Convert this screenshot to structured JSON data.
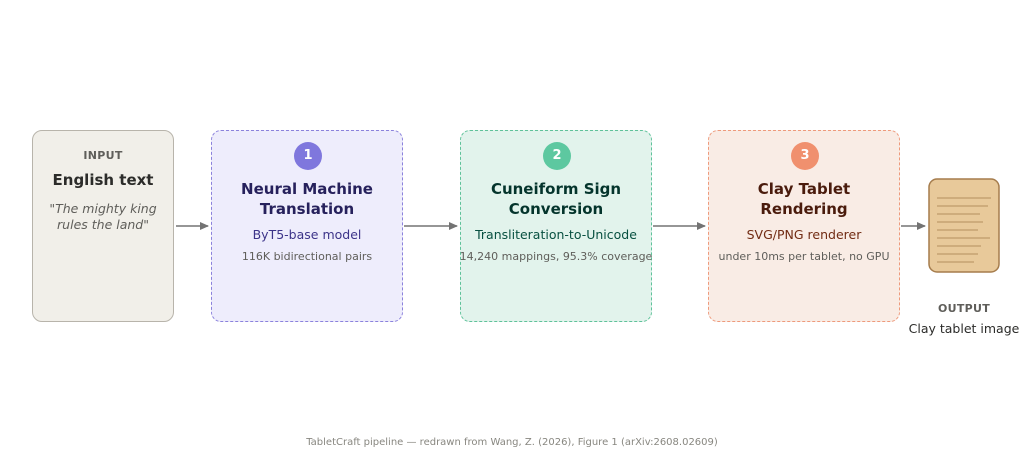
{
  "input": {
    "label": "INPUT",
    "title": "English text",
    "quote": "\"The mighty king rules the land\""
  },
  "steps": [
    {
      "number": "1",
      "title": "Neural Machine Translation",
      "subtitle": "ByT5-base model",
      "detail": "116K bidirectional pairs"
    },
    {
      "number": "2",
      "title": "Cuneiform Sign Conversion",
      "subtitle": "Transliteration-to-Unicode",
      "detail": "14,240 mappings, 95.3% coverage"
    },
    {
      "number": "3",
      "title": "Clay Tablet Rendering",
      "subtitle": "SVG/PNG renderer",
      "detail": "under 10ms per tablet, no GPU"
    }
  ],
  "output": {
    "label": "OUTPUT",
    "title": "Clay tablet image",
    "icon": "clay-tablet-icon"
  },
  "caption": "TabletCraft pipeline — redrawn from Wang, Z. (2026), Figure 1 (arXiv:2608.02609)",
  "colors": {
    "input_fill": "#f1efe9",
    "step1_accent": "#7f77dd",
    "step2_accent": "#5dc8a0",
    "step3_accent": "#f0906e",
    "tablet_fill": "#e8c99a",
    "arrow": "#737373"
  }
}
